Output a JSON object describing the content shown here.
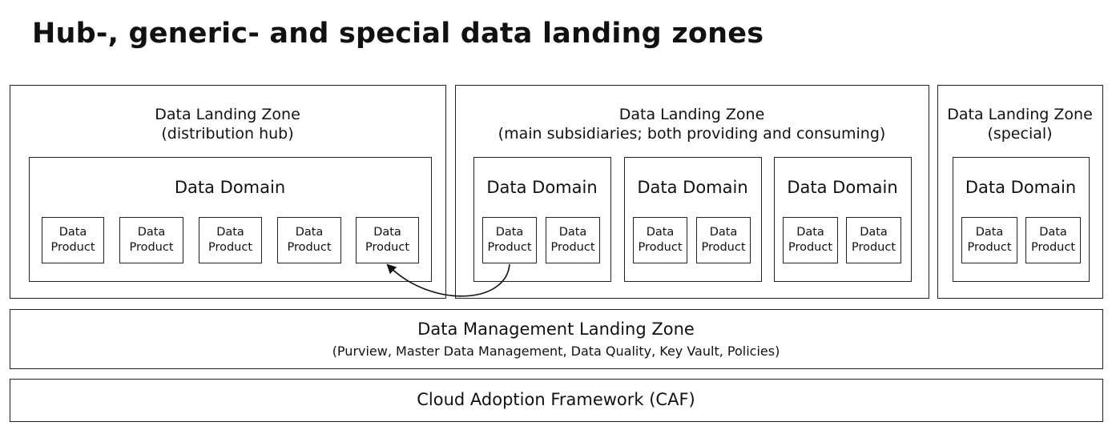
{
  "title": "Hub-, generic- and special data landing zones",
  "product": {
    "line1": "Data",
    "line2": "Product"
  },
  "hub": {
    "line1": "Data Landing Zone",
    "line2": "(distribution hub)",
    "domain": "Data Domain"
  },
  "main": {
    "line1": "Data Landing Zone",
    "line2": "(main subsidiaries; both providing and consuming)",
    "domains": [
      "Data Domain",
      "Data Domain",
      "Data Domain"
    ]
  },
  "special": {
    "line1": "Data Landing Zone",
    "line2": "(special)",
    "domain": "Data Domain"
  },
  "management": {
    "title": "Data Management Landing Zone",
    "subtitle": "(Purview, Master Data Management, Data Quality, Key Vault, Policies)"
  },
  "caf": {
    "title": "Cloud Adoption Framework (CAF)"
  }
}
